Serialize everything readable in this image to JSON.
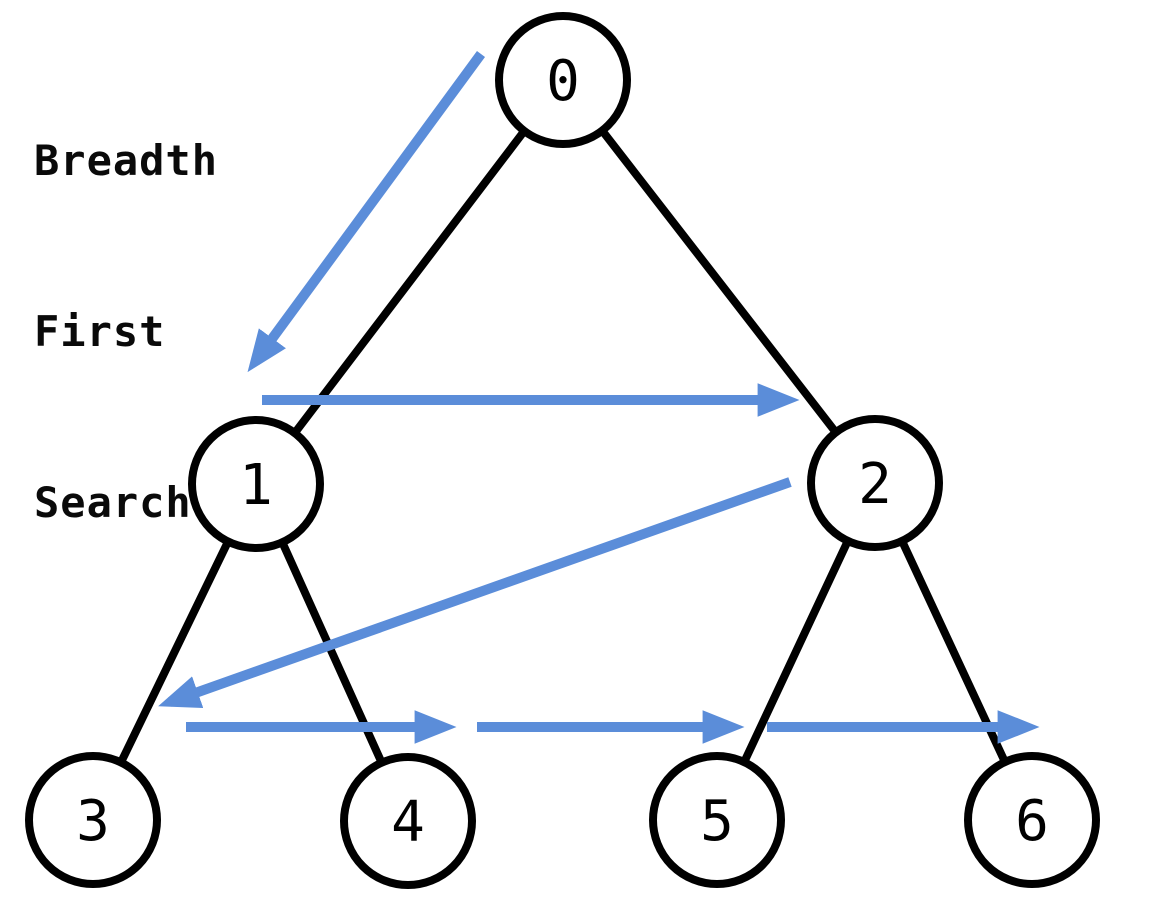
{
  "title": {
    "lines": [
      "Breadth",
      "First",
      "Search"
    ]
  },
  "colors": {
    "arrow": "#5b8dd9",
    "edge": "#000000",
    "node_fill": "#ffffff",
    "text": "#000000"
  },
  "nodes": [
    {
      "label": "0"
    },
    {
      "label": "1"
    },
    {
      "label": "2"
    },
    {
      "label": "3"
    },
    {
      "label": "4"
    },
    {
      "label": "5"
    },
    {
      "label": "6"
    }
  ],
  "edges": [
    {
      "from": "0",
      "to": "1"
    },
    {
      "from": "0",
      "to": "2"
    },
    {
      "from": "1",
      "to": "3"
    },
    {
      "from": "1",
      "to": "4"
    },
    {
      "from": "2",
      "to": "5"
    },
    {
      "from": "2",
      "to": "6"
    }
  ],
  "bfs_arrows": [
    {
      "from": "0",
      "to": "1"
    },
    {
      "from": "1",
      "to": "2"
    },
    {
      "from": "2",
      "to": "3"
    },
    {
      "from": "3",
      "to": "4"
    },
    {
      "from": "4",
      "to": "5"
    },
    {
      "from": "5",
      "to": "6"
    }
  ]
}
